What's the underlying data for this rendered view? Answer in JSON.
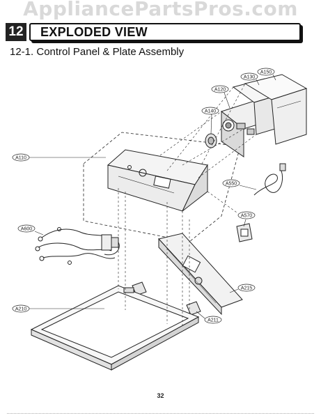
{
  "watermark": "AppliancePartsPros.com",
  "header": {
    "chapter": "12",
    "title": "EXPLODED VIEW"
  },
  "subtitle": "12-1. Control Panel & Plate Assembly",
  "callouts": {
    "a130": "A130",
    "a150": "A150",
    "a120": "A120",
    "a140": "A140",
    "a110": "A110",
    "a550": "A550",
    "a570": "A570",
    "a600": "A600",
    "a215": "A215",
    "a210": "A210",
    "a211": "A211"
  },
  "page_number": "32"
}
